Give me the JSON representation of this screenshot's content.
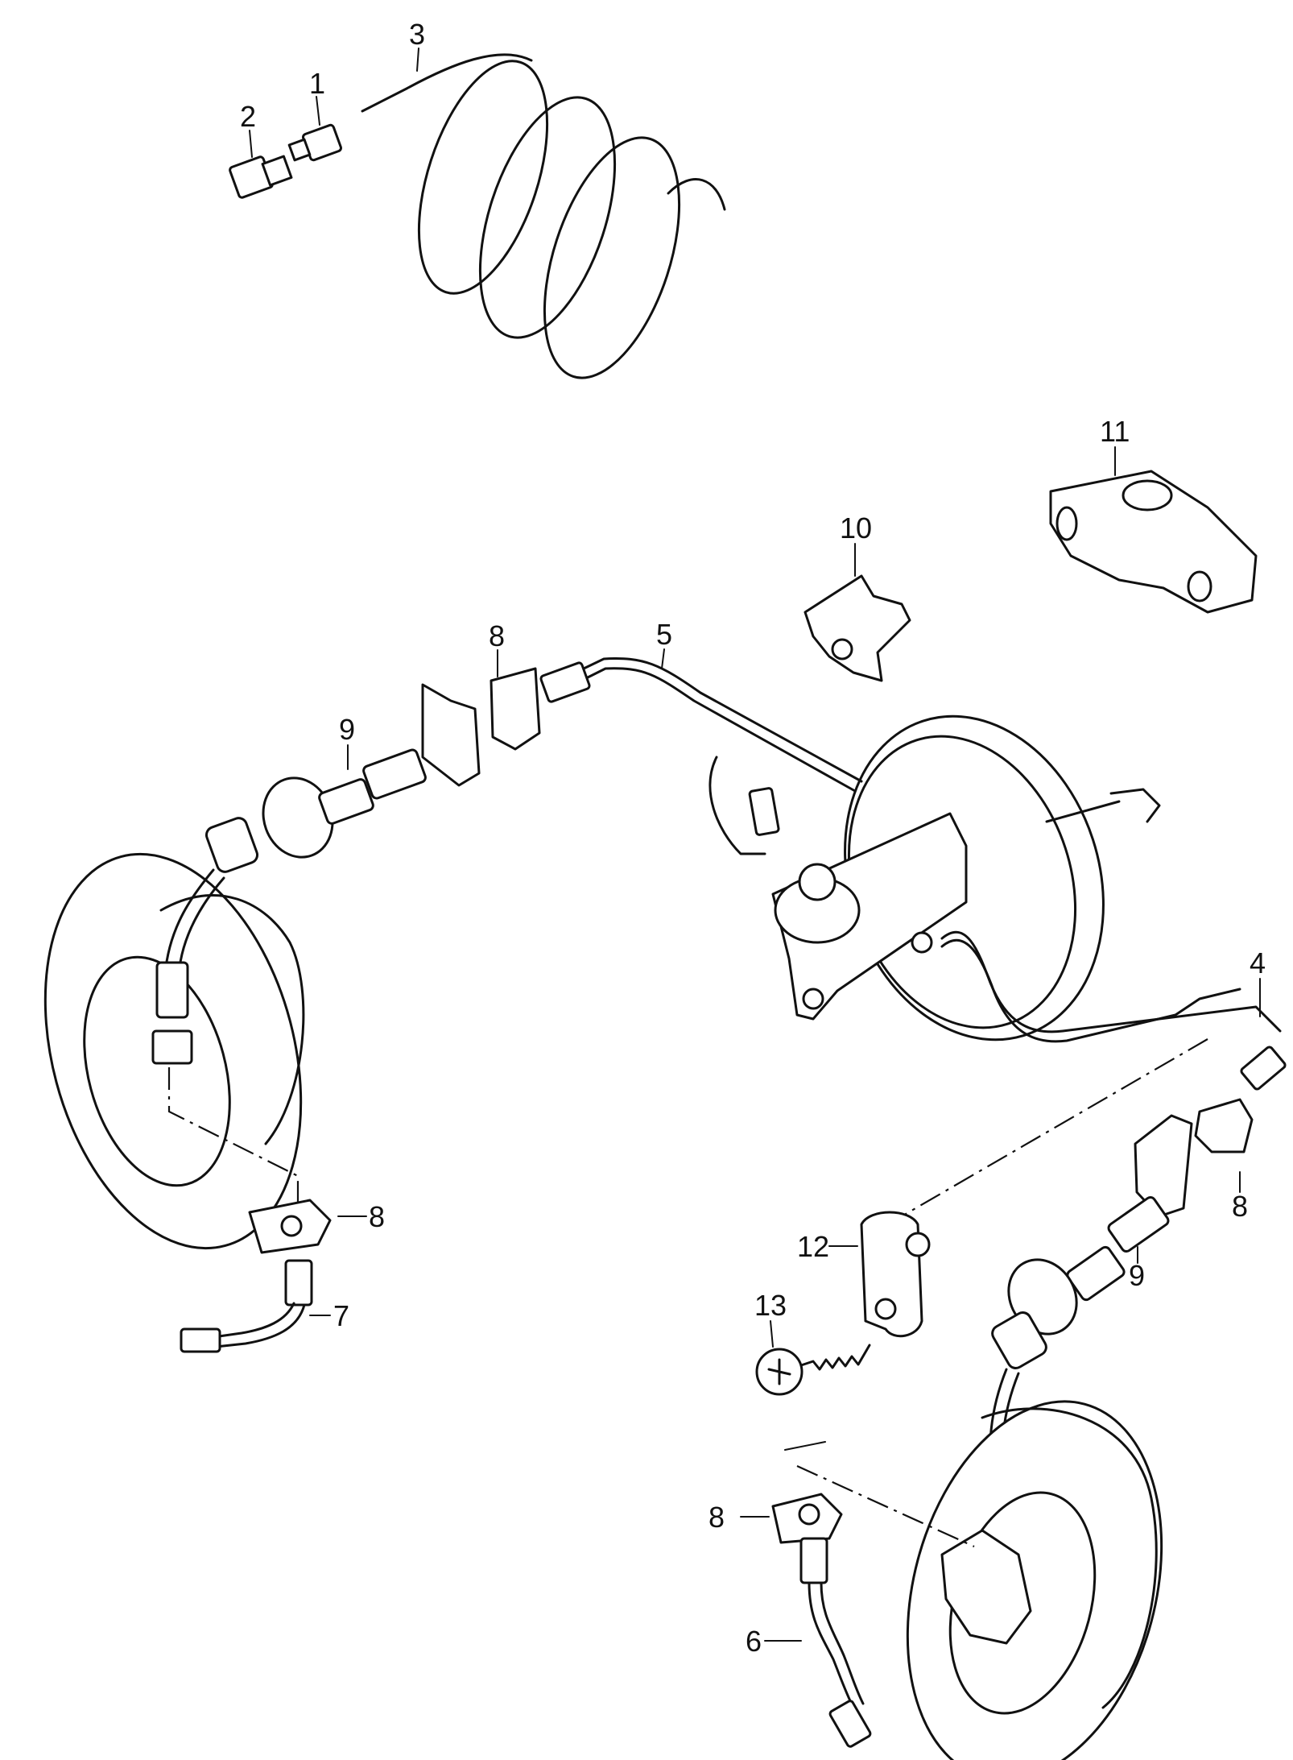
{
  "callouts": [
    {
      "id": "c1",
      "label": "1"
    },
    {
      "id": "c2",
      "label": "2"
    },
    {
      "id": "c3",
      "label": "3"
    },
    {
      "id": "c4",
      "label": "4"
    },
    {
      "id": "c5",
      "label": "5"
    },
    {
      "id": "c6",
      "label": "6"
    },
    {
      "id": "c7",
      "label": "7"
    },
    {
      "id": "c8a",
      "label": "8"
    },
    {
      "id": "c8b",
      "label": "8"
    },
    {
      "id": "c8c",
      "label": "8"
    },
    {
      "id": "c8d",
      "label": "8"
    },
    {
      "id": "c9a",
      "label": "9"
    },
    {
      "id": "c9b",
      "label": "9"
    },
    {
      "id": "c10",
      "label": "10"
    },
    {
      "id": "c11",
      "label": "11"
    },
    {
      "id": "c12",
      "label": "12"
    },
    {
      "id": "c13",
      "label": "13"
    }
  ]
}
